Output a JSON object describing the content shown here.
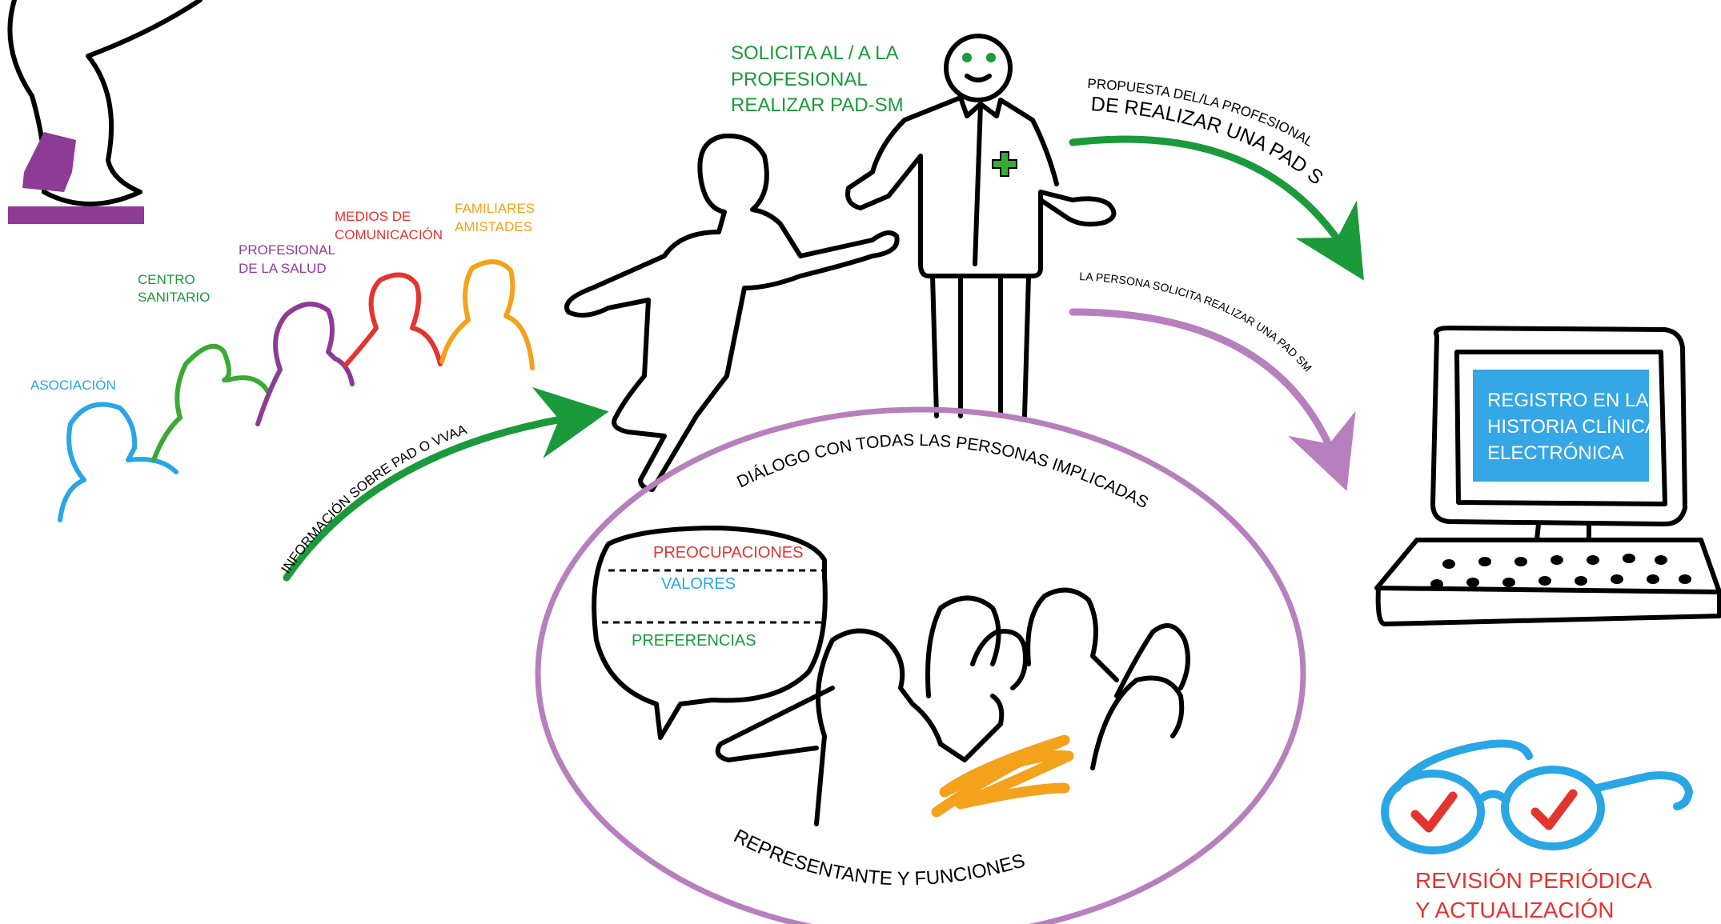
{
  "colors": {
    "blue": "#29a6e3",
    "green": "#3aaa35",
    "darkgreen": "#1a9a3a",
    "purple": "#8e3b96",
    "red": "#e3342f",
    "orange": "#f4a11c",
    "lilac": "#b77fbe",
    "screen": "#35a6e6"
  },
  "sources": {
    "asociacion": "ASOCIACIÓN",
    "centro_1": "CENTRO",
    "centro_2": "SANITARIO",
    "profesional_1": "PROFESIONAL",
    "profesional_2": "DE LA SALUD",
    "medios_1": "MEDIOS DE",
    "medios_2": "COMUNICACIÓN",
    "familiares_1": "FAMILIARES",
    "familiares_2": "AMISTADES"
  },
  "arrows": {
    "informacion": "INFORMACIÓN SOBRE PAD O VVAA",
    "propuesta_1": "PROPUESTA DEL/LA PROFESIONAL",
    "propuesta_2": "DE REALIZAR UNA PAD SM",
    "solicita_persona": "LA PERSONA SOLICITA REALIZAR UNA PAD SM"
  },
  "request": {
    "line1": "SOLICITA AL / A LA",
    "line2": "PROFESIONAL",
    "line3": "REALIZAR PAD-SM"
  },
  "dialogue": {
    "title": "DIÁLOGO CON TODAS LAS PERSONAS IMPLICADAS",
    "preocupaciones": "PREOCUPACIONES",
    "valores": "VALORES",
    "preferencias": "PREFERENCIAS",
    "representante": "REPRESENTANTE Y FUNCIONES"
  },
  "computer": {
    "line1": "REGISTRO EN LA",
    "line2": "HISTORIA CLÍNICA",
    "line3": "ELECTRÓNICA"
  },
  "review": {
    "line1": "REVISIÓN PERIÓDICA",
    "line2": "Y ACTUALIZACIÓN"
  },
  "icons": [
    "walking-figure-icon",
    "doctor-icon",
    "computer-icon",
    "glasses-icon",
    "speech-bubble-icon",
    "group-icon"
  ]
}
